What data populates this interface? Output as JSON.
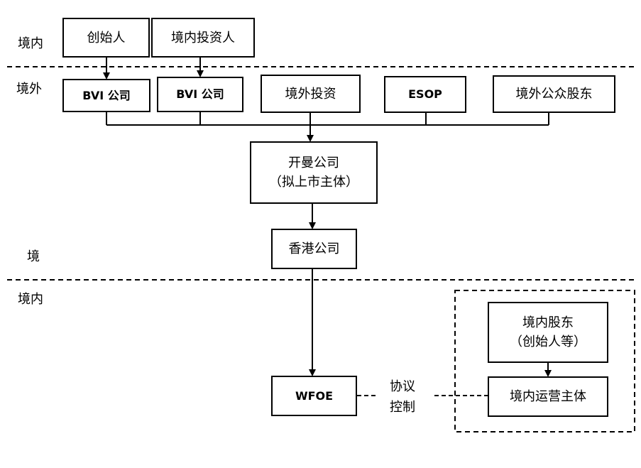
{
  "zones": {
    "top_domestic": "境内",
    "offshore": "境外",
    "mid_jing": "境",
    "bottom_domestic": "境内"
  },
  "nodes": {
    "founders": "创始人",
    "domestic_investors": "境内投资人",
    "bvi_1": "BVI 公司",
    "bvi_2": "BVI 公司",
    "offshore_investment": "境外投资",
    "esop": "ESOP",
    "offshore_public": "境外公众股东",
    "cayman_line1": "开曼公司",
    "cayman_line2": "（拟上市主体）",
    "hongkong": "香港公司",
    "wfoe": "WFOE",
    "domestic_shareholders_line1": "境内股东",
    "domestic_shareholders_line2": "（创始人等）",
    "domestic_operating": "境内运营主体"
  },
  "agreement": {
    "line1": "协议",
    "line2": "控制"
  }
}
